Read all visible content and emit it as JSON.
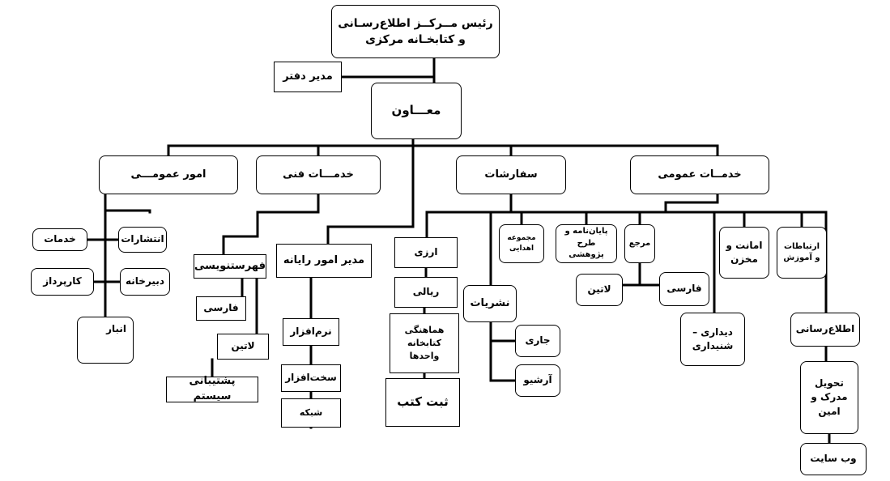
{
  "colors": {
    "line": "#000000",
    "box_border": "#000000",
    "box_fill": "#ffffff",
    "text": "#000000"
  },
  "nodes": {
    "head": "رئیس مــرکــز اطلاع‌رسـانی\nو کتابخـانه مرکزی",
    "office_manager": "مدیر دفتر",
    "deputy": "معـــاون",
    "general_affairs": "امور عمومـــی",
    "technical_services": "خدمـــات فنی",
    "orders": "سفارشات",
    "public_services": "خدمــات عمومی",
    "services": "خدمات",
    "publications_office": "انتشارات",
    "procurement": "کارپرداز",
    "secretariat": "دبیرخانه",
    "warehouse": "انبار",
    "cataloging": "فهرستنویسی",
    "cat_persian": "فارسی",
    "cat_latin": "لاتین",
    "system_support": "پشتیبانی سیستم",
    "computer_manager": "مدیر امور رایانه",
    "software": "نرم‌افزار",
    "hardware": "سخت‌افزار",
    "network": "شبکه",
    "foreign_currency": "ارزی",
    "rial": "ریالی",
    "coordination": "هماهنگی\nکتابخانه\nواحدها",
    "book_registration": "ثبت کتب",
    "literary_collection": "مجموعه\nاهدایی",
    "thesis_research": "پایان‌نامه و\nطرح پژوهشی",
    "reference": "مرجع",
    "loan_storage": "امانت و\nمخزن",
    "communications_training": "ارتباطات\nو آموزش",
    "serials": "نشریات",
    "current": "جاری",
    "archive": "آرشیو",
    "ref_latin": "لاتین",
    "ref_persian": "فارسی",
    "audiovisual": "دیداری –\nشنیداری",
    "information_dissemination": "اطلاع‌رسانی",
    "document_delivery": "تحویل\nمدرک و\nامین",
    "website": "وب سایت"
  }
}
